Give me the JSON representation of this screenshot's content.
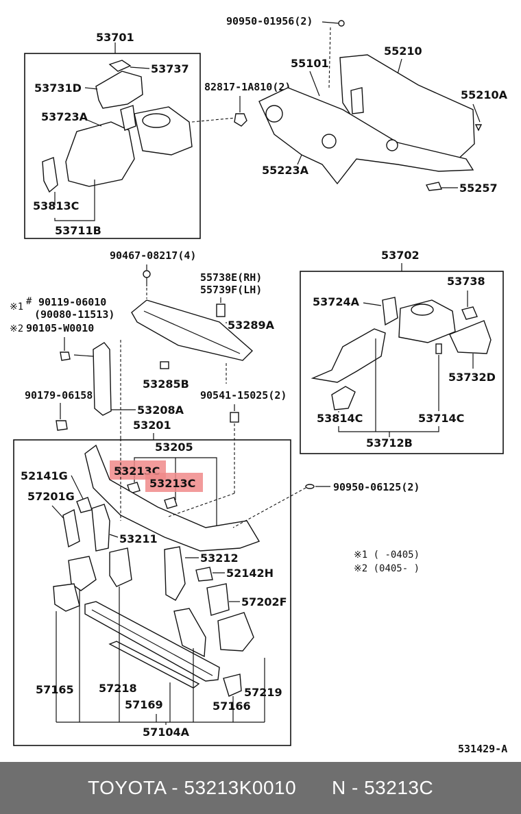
{
  "labels": {
    "p90950_01956": "90950-01956(2)",
    "p53701": "53701",
    "p53737": "53737",
    "p53731D": "53731D",
    "p53723A": "53723A",
    "p53813C": "53813C",
    "p53711B": "53711B",
    "p82817": "82817-1A810(2)",
    "p55101": "55101",
    "p55210": "55210",
    "p55210A": "55210A",
    "p55223A": "55223A",
    "p55257": "55257",
    "p90467": "90467-08217(4)",
    "p55738E": "55738E(RH)",
    "p55739F": "55739F(LH)",
    "p90119_mark": "※1",
    "p90119_sharp": "#",
    "p90119": "90119-06010",
    "p90080": "(90080-11513)",
    "p90105_mark": "※2",
    "p90105": "90105-W0010",
    "p53289A": "53289A",
    "p53285B": "53285B",
    "p90179": "90179-06158",
    "p53208A": "53208A",
    "p90541": "90541-15025(2)",
    "p53201": "53201",
    "p53702": "53702",
    "p53738": "53738",
    "p53724A": "53724A",
    "p53732D": "53732D",
    "p53814C": "53814C",
    "p53714C": "53714C",
    "p53712B": "53712B",
    "p53205": "53205",
    "p53213C_a": "53213C",
    "p53213C_b": "53213C",
    "p52141G": "52141G",
    "p57201G": "57201G",
    "p90950_06125": "90950-06125(2)",
    "p53211": "53211",
    "p53212": "53212",
    "p52142H": "52142H",
    "p57202F": "57202F",
    "p57165": "57165",
    "p57218": "57218",
    "p57169": "57169",
    "p57166": "57166",
    "p57219": "57219",
    "p57104A": "57104A",
    "note1": "※1 (      -0405)",
    "note2": "※2 (0405-      )",
    "diagram_id": "531429-A"
  },
  "footer": {
    "brand_part": "TOYOTA - 53213K0010",
    "ref": "N - 53213C"
  },
  "colors": {
    "highlight": "#f08a8a",
    "footer_bg": "#6f6f6f",
    "footer_text": "#ffffff"
  }
}
